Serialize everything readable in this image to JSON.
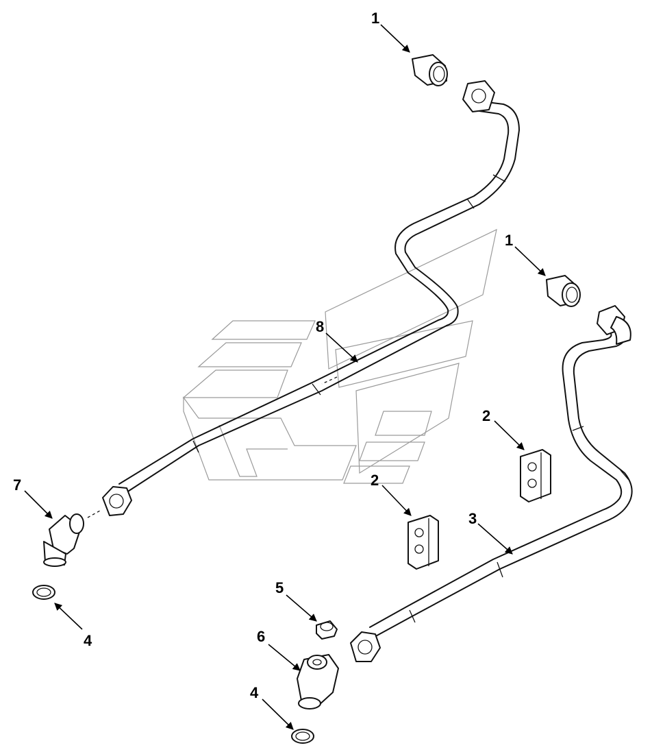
{
  "diagram": {
    "callouts": [
      {
        "id": "c1a",
        "label": "1"
      },
      {
        "id": "c1b",
        "label": "1"
      },
      {
        "id": "c2a",
        "label": "2"
      },
      {
        "id": "c2b",
        "label": "2"
      },
      {
        "id": "c3",
        "label": "3"
      },
      {
        "id": "c4a",
        "label": "4"
      },
      {
        "id": "c4b",
        "label": "4"
      },
      {
        "id": "c5",
        "label": "5"
      },
      {
        "id": "c6",
        "label": "6"
      },
      {
        "id": "c7",
        "label": "7"
      },
      {
        "id": "c8",
        "label": "8"
      }
    ],
    "colors": {
      "ink": "#111111",
      "watermark": "#9a9a9a",
      "background": "#ffffff"
    }
  }
}
